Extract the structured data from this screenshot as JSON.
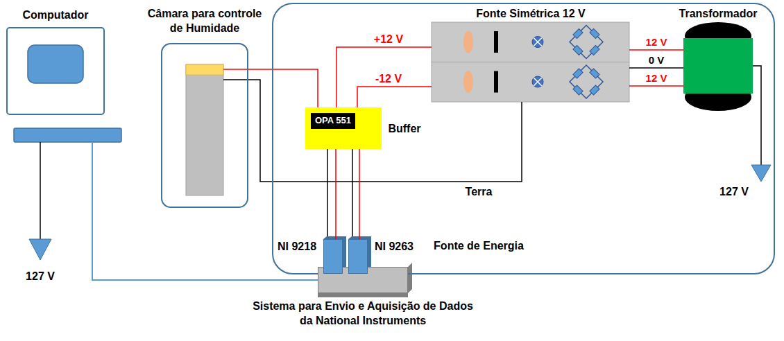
{
  "diagram": {
    "nodes": [
      {
        "text": [
          "Computador"
        ]
      },
      {
        "text": [
          "Câmara para controle de Humidade"
        ]
      },
      {
        "text": [
          "Fonte de Energia"
        ]
      },
      {
        "text": [
          "OPA 551",
          "Buffer"
        ],
        "in": 2
      },
      {
        "text": [
          "Fonte Simétrica 12 V"
        ],
        "in": 2
      },
      {
        "text": [
          "Transformador"
        ],
        "in": 2
      },
      {
        "text": [
          "NI 9218"
        ]
      },
      {
        "text": [
          "NI 9263"
        ]
      },
      {
        "text": [
          "Sistema para Envio e Aquisição de Dados da National Instruments"
        ]
      }
    ],
    "edges": [
      {
        "from": 0,
        "to": 8,
        "arrow": "none"
      },
      {
        "from": 1,
        "to": 3,
        "arrow": "none"
      },
      {
        "from": 1,
        "to": 4,
        "label": "Terra",
        "arrow": "none"
      },
      {
        "from": 4,
        "to": 3,
        "label": "+12 V",
        "arrow": "none"
      },
      {
        "from": 4,
        "to": 3,
        "label": "-12 V",
        "arrow": "none"
      },
      {
        "from": 5,
        "to": 4,
        "label": "12 V",
        "arrow": "none"
      },
      {
        "from": 5,
        "to": 4,
        "label": "0 V",
        "arrow": "none"
      },
      {
        "from": 5,
        "to": 4,
        "label": "12 V",
        "arrow": "none"
      },
      {
        "from": 3,
        "to": 6,
        "arrow": "none"
      },
      {
        "from": 3,
        "to": 7,
        "arrow": "none"
      }
    ],
    "labels": [
      "127 V",
      "127 V"
    ]
  }
}
